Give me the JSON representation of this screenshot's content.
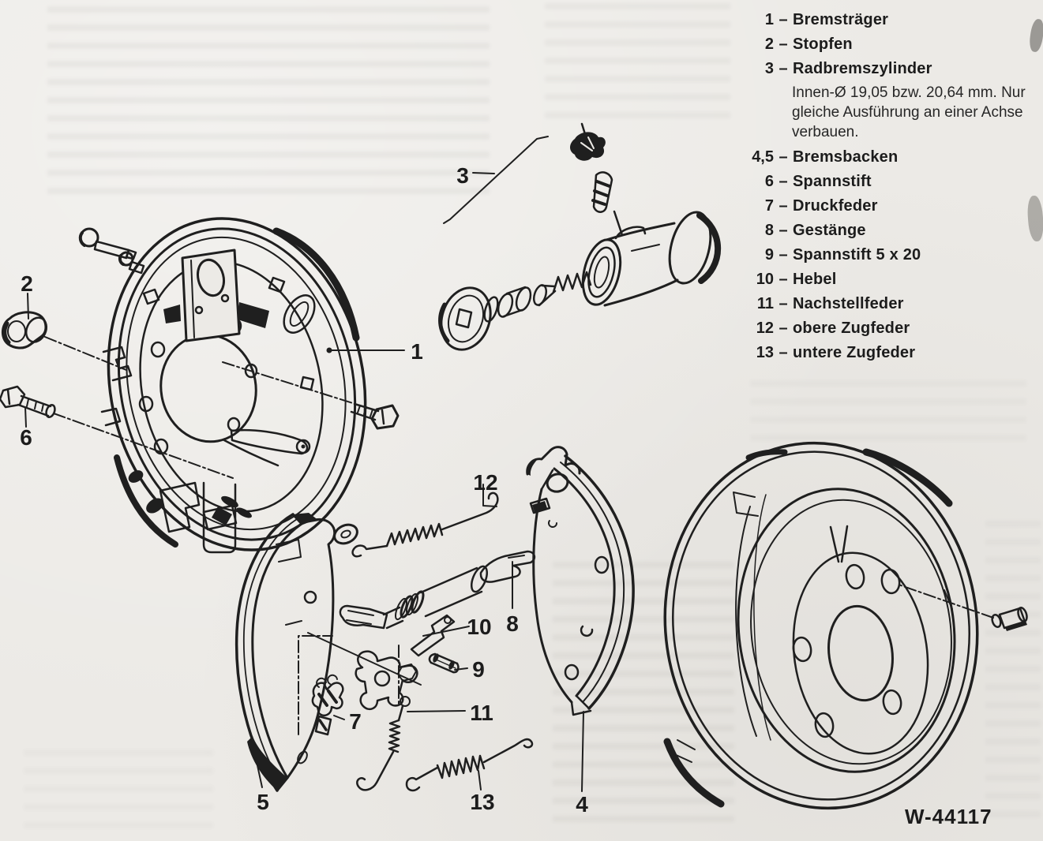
{
  "legend": {
    "separator": "–",
    "items": [
      {
        "num": "1",
        "label": "Bremsträger"
      },
      {
        "num": "2",
        "label": "Stopfen"
      },
      {
        "num": "3",
        "label": "Radbremszylinder",
        "note": [
          "Innen-Ø 19,05 bzw. 20,64 mm. Nur",
          "gleiche Ausführung an einer Achse",
          "verbauen."
        ]
      },
      {
        "num": "4,5",
        "label": "Bremsbacken"
      },
      {
        "num": "6",
        "label": "Spannstift"
      },
      {
        "num": "7",
        "label": "Druckfeder"
      },
      {
        "num": "8",
        "label": "Gestänge"
      },
      {
        "num": "9",
        "label": "Spannstift 5 x 20"
      },
      {
        "num": "10",
        "label": "Hebel"
      },
      {
        "num": "11",
        "label": "Nachstellfeder"
      },
      {
        "num": "12",
        "label": "obere Zugfeder"
      },
      {
        "num": "13",
        "label": "untere Zugfeder"
      }
    ]
  },
  "callouts": {
    "n1": "1",
    "n2": "2",
    "n3": "3",
    "n4": "4",
    "n5": "5",
    "n6": "6",
    "n7": "7",
    "n8": "8",
    "n9": "9",
    "n10": "10",
    "n11": "11",
    "n12": "12",
    "n13": "13"
  },
  "figure_code": "W-44117"
}
